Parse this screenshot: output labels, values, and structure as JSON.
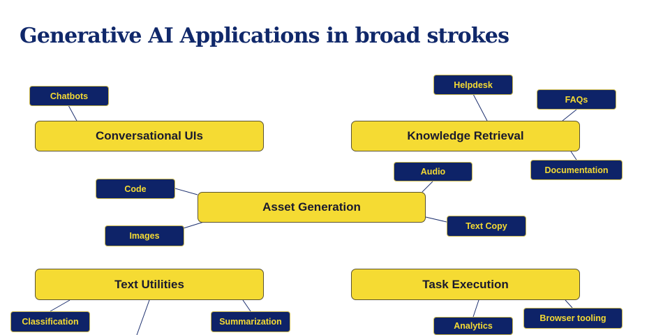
{
  "title": "Generative AI Applications in broad strokes",
  "categories": {
    "conversational": {
      "label": "Conversational UIs",
      "children": [
        "Chatbots"
      ]
    },
    "knowledge": {
      "label": "Knowledge Retrieval",
      "children": [
        "Helpdesk",
        "FAQs",
        "Documentation"
      ]
    },
    "asset": {
      "label": "Asset Generation",
      "children": [
        "Audio",
        "Code",
        "Images",
        "Text Copy"
      ]
    },
    "text": {
      "label": "Text Utilities",
      "children": [
        "Classification",
        "Summarization"
      ]
    },
    "task": {
      "label": "Task Execution",
      "children": [
        "Analytics",
        "Browser tooling"
      ]
    }
  },
  "colors": {
    "title": "#10286a",
    "main_node_fill": "#f5db33",
    "leaf_node_fill": "#0e2368",
    "leaf_node_text": "#f5db33",
    "connector": "#1c2f6e"
  }
}
